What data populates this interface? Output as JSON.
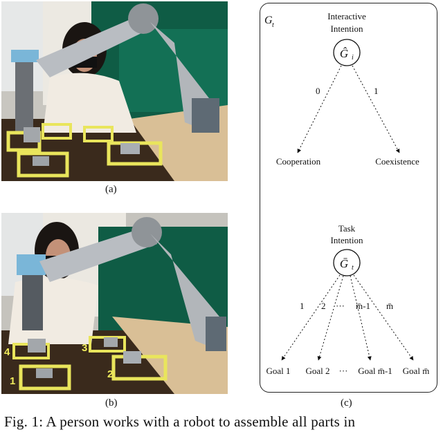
{
  "photos": {
    "a": {
      "label": "(a)"
    },
    "b": {
      "label": "(b)",
      "square_numbers": [
        "4",
        "3",
        "1",
        "2"
      ]
    }
  },
  "diagram": {
    "panel_label": "(c)",
    "frame_symbol": "G",
    "frame_symbol_sub": "t",
    "interactive": {
      "title_line1": "Interactive",
      "title_line2": "Intention",
      "node_symbol": "Ĝ",
      "node_sub": "i",
      "edge_labels": [
        "0",
        "1"
      ],
      "leaves": [
        "Cooperation",
        "Coexistence"
      ]
    },
    "task": {
      "title_line1": "Task",
      "title_line2": "Intention",
      "node_symbol": "Ḡ",
      "node_sub": "t",
      "edge_labels": [
        "1",
        "2",
        "···",
        "m̄-1",
        "m̄"
      ],
      "leaves": [
        "Goal 1",
        "Goal 2",
        "···",
        "Goal m̄-1",
        "Goal m̄"
      ]
    }
  },
  "caption": "Fig. 1: A person works with a robot to assemble all parts in"
}
